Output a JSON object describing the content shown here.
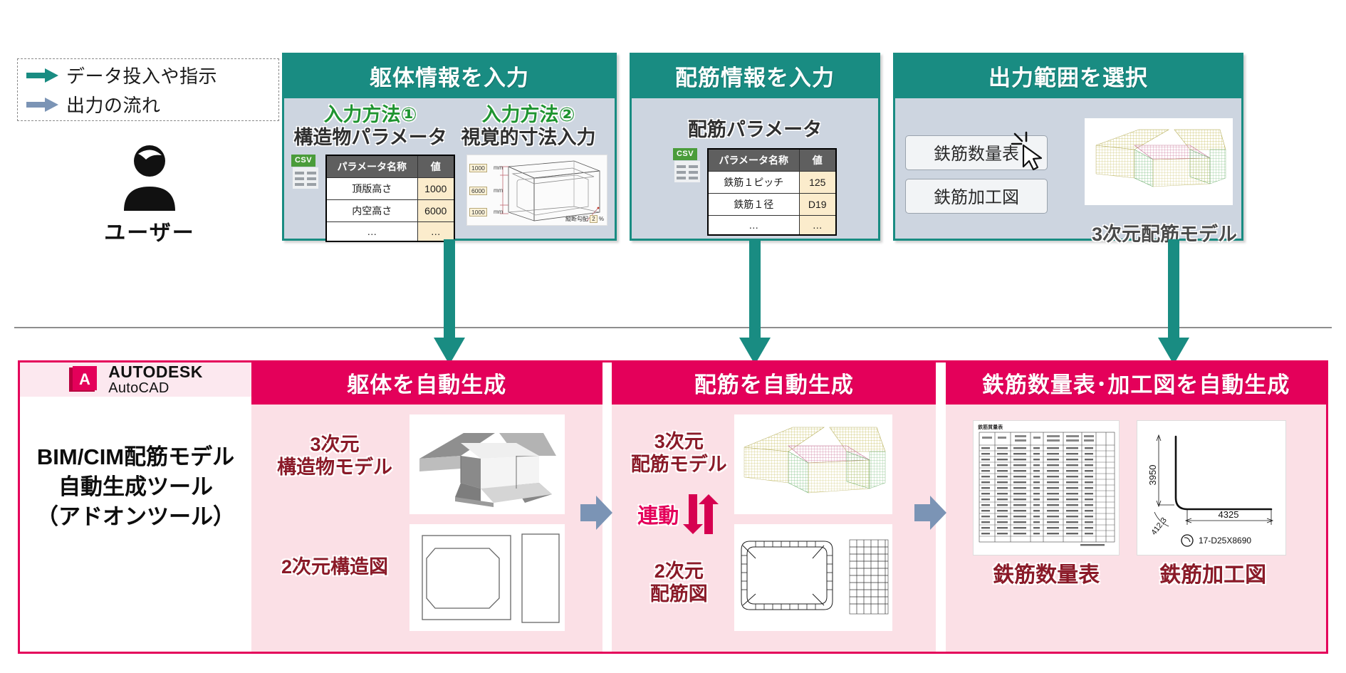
{
  "legend": {
    "rows": [
      {
        "icon": "teal-arrow-icon",
        "label": "データ投入や指示",
        "color": "#198c82"
      },
      {
        "icon": "blue-arrow-icon",
        "label": "出力の流れ",
        "color": "#7b94b5"
      }
    ]
  },
  "user": {
    "icon": "person-icon",
    "label": "ユーザー"
  },
  "top_panels": [
    {
      "title": "躯体情報を入力",
      "methods": [
        {
          "tag": "入力方法①",
          "name": "構造物パラメータ"
        },
        {
          "tag": "入力方法②",
          "name": "視覚的寸法入力"
        }
      ],
      "csv_icon": "csv-file-icon",
      "table": {
        "headers": [
          "パラメータ名称",
          "値"
        ],
        "rows": [
          [
            "頂版高さ",
            "1000"
          ],
          [
            "内空高さ",
            "6000"
          ],
          [
            "…",
            "…"
          ]
        ]
      },
      "dimension_image": {
        "labels": [
          "1000",
          "6000",
          "1000"
        ],
        "unit": "mm",
        "note_label": "縦断勾配",
        "note_value": "2",
        "note_unit": "%"
      }
    },
    {
      "title": "配筋情報を入力",
      "subtitle": "配筋パラメータ",
      "csv_icon": "csv-file-icon",
      "table": {
        "headers": [
          "パラメータ名称",
          "値"
        ],
        "rows": [
          [
            "鉄筋１ピッチ",
            "125"
          ],
          [
            "鉄筋１径",
            "D19"
          ],
          [
            "…",
            "…"
          ]
        ]
      }
    },
    {
      "title": "出力範囲を選択",
      "buttons": [
        "鉄筋数量表",
        "鉄筋加工図"
      ],
      "cursor_icon": "click-cursor-icon",
      "model_caption": "3次元配筋モデル"
    }
  ],
  "bottom": {
    "brand": {
      "logo_icon": "autodesk-logo-icon",
      "vendor": "AUTODESK",
      "product": "AutoCAD",
      "tool_name_lines": [
        "BIM/CIM配筋モデル",
        "自動生成ツール",
        "（アドオンツール）"
      ]
    },
    "columns": [
      {
        "title": "躯体を自動生成",
        "items": [
          {
            "caption_lines": [
              "3次元",
              "構造物モデル"
            ],
            "image": "3d-structure-model-image"
          },
          {
            "caption_lines": [
              "2次元構造図"
            ],
            "image": "2d-structure-drawing-image"
          }
        ]
      },
      {
        "title": "配筋を自動生成",
        "link_label": "連動",
        "link_icon": "up-down-arrows-icon",
        "items": [
          {
            "caption_lines": [
              "3次元",
              "配筋モデル"
            ],
            "image": "3d-rebar-model-image"
          },
          {
            "caption_lines": [
              "2次元",
              "配筋図"
            ],
            "image": "2d-rebar-drawing-image"
          }
        ]
      },
      {
        "title": "鉄筋数量表･加工図を自動生成",
        "items": [
          {
            "caption_lines": [
              "鉄筋数量表"
            ],
            "image": "rebar-quantity-table-image",
            "image_title": "鉄筋質量表"
          },
          {
            "caption_lines": [
              "鉄筋加工図"
            ],
            "image": "rebar-fabrication-drawing-image",
            "dims": {
              "vertical": "3950",
              "horizontal": "4325",
              "radius": "412.3",
              "callout": "17-D25X8690"
            }
          }
        ]
      }
    ]
  },
  "colors": {
    "teal": "#198c82",
    "magenta": "#e4005a",
    "blue_gray": "#7b94b5",
    "panel_bg": "#cdd5e0",
    "pink_bg": "#fbe0e6",
    "green_tag": "#1f9431",
    "caption_maroon": "#8a1a28"
  }
}
